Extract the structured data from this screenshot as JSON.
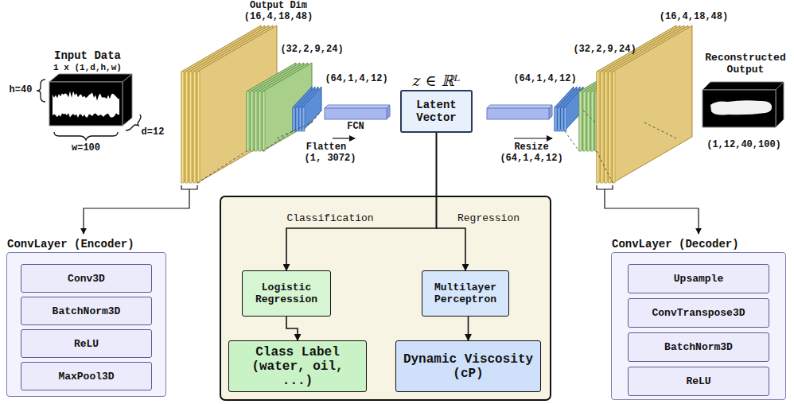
{
  "diagram": {
    "nodes": [
      {
        "text": [
          "z ∈ ℝᴸ",
          "Latent Vector"
        ]
      },
      {
        "text": [
          "Logistic Regression"
        ]
      },
      {
        "text": [
          "Multilayer Perceptron"
        ]
      },
      {
        "text": [
          "Class Label (water, oil, ...)"
        ]
      },
      {
        "text": [
          "Dynamic Viscosity (cP)"
        ]
      },
      {
        "text": [
          "ConvLayer (Encoder)"
        ]
      },
      {
        "text": [
          "Conv3D"
        ],
        "in": 5
      },
      {
        "text": [
          "BatchNorm3D"
        ],
        "in": 5
      },
      {
        "text": [
          "ReLU"
        ],
        "in": 5
      },
      {
        "text": [
          "MaxPool3D"
        ],
        "in": 5
      },
      {
        "text": [
          "ConvLayer (Decoder)"
        ]
      },
      {
        "text": [
          "Upsample"
        ],
        "in": 10
      },
      {
        "text": [
          "ConvTranspose3D"
        ],
        "in": 10
      },
      {
        "text": [
          "BatchNorm3D"
        ],
        "in": 10
      },
      {
        "text": [
          "ReLU"
        ],
        "in": 10
      }
    ],
    "edges": [
      {
        "from": 0,
        "to": 1,
        "arrow": "to",
        "label": "Classification"
      },
      {
        "from": 0,
        "to": 2,
        "arrow": "to",
        "label": "Regression"
      },
      {
        "from": 1,
        "to": 3,
        "arrow": "to"
      },
      {
        "from": 2,
        "to": 4,
        "arrow": "to"
      }
    ],
    "labels": [
      "Input Data",
      "1 x (1,d,h,w)",
      "h=40",
      "w=100",
      "d=12",
      "Output Dim",
      "(16,4,18,48)",
      "(32,2,9,24)",
      "(64,1,4,12)",
      "FCN",
      "Flatten",
      "(1, 3072)",
      "(64,1,4,12)",
      "(32,2,9,24)",
      "(16,4,18,48)",
      "Resize",
      "(64,1,4,12)",
      "Reconstructed Output",
      "(1,12,40,100)"
    ]
  }
}
